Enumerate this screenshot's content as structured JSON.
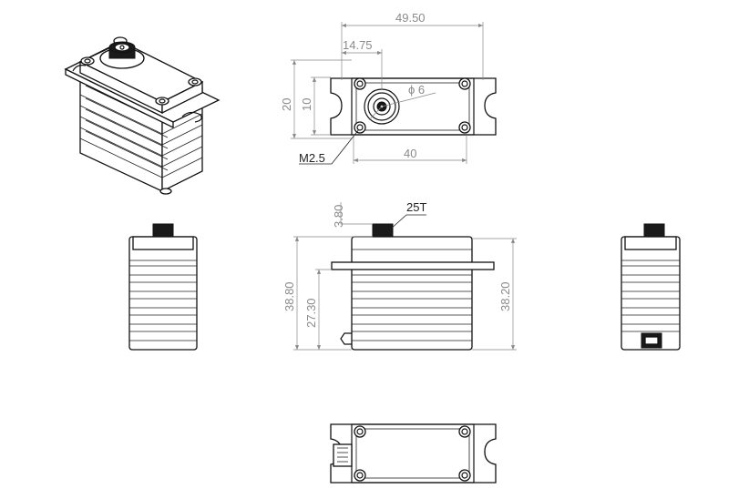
{
  "dimensions": {
    "overall_width": "49.50",
    "output_offset": "14.75",
    "height_20": "20",
    "height_10": "10",
    "shaft_dia": "ϕ 6",
    "screw_size": "M2.5",
    "hole_spacing": "40",
    "gear_spline": "25T",
    "spline_height": "3.80",
    "total_height": "38.80",
    "tab_height": "27.30",
    "case_height": "38.20"
  }
}
